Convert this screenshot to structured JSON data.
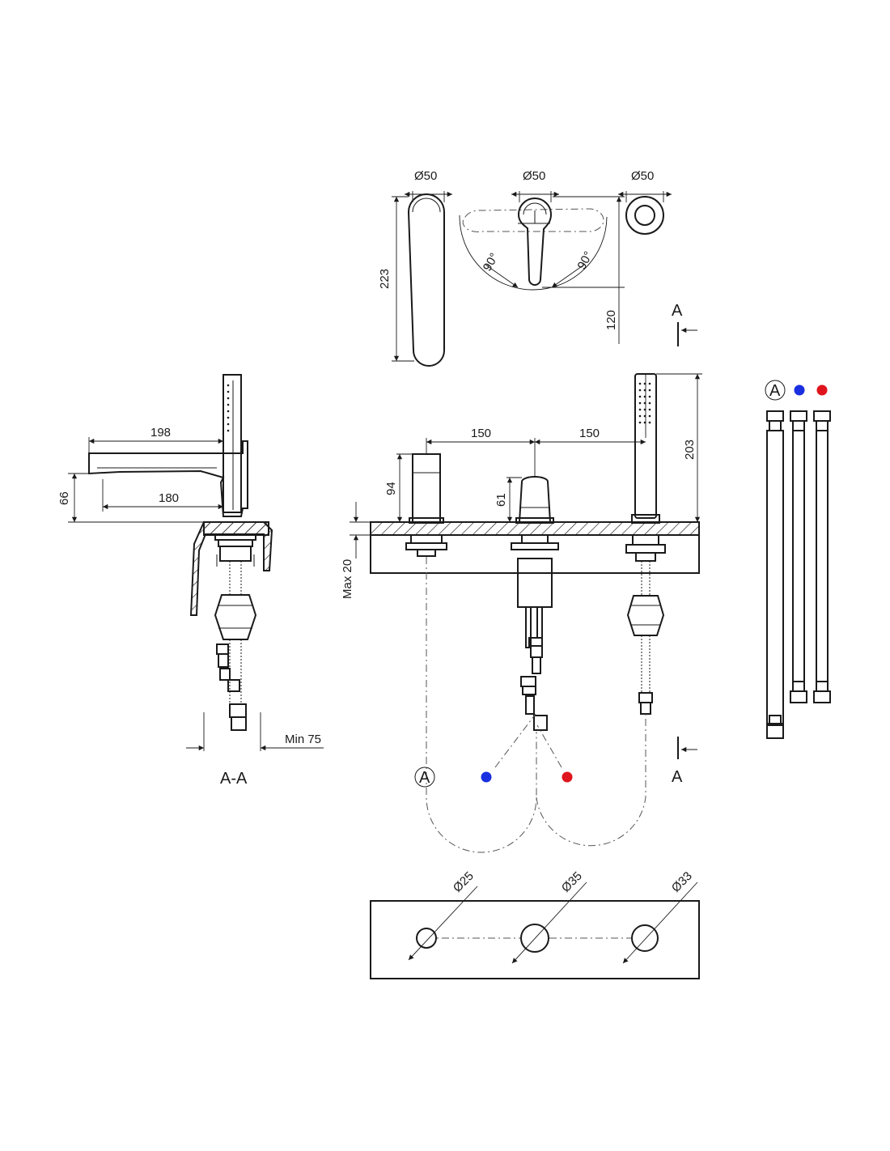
{
  "top_view": {
    "spout_diameter": "Ø50",
    "handle_diameter": "Ø50",
    "shower_holder_diameter": "Ø50",
    "spout_length": "223",
    "handle_height": "120",
    "rotation_left": "90°",
    "rotation_right": "90°",
    "section_marker_top": "A"
  },
  "section_view": {
    "spout_reach": "198",
    "outlet_reach": "180",
    "spout_height": "66",
    "min_clearance": "Min 75",
    "title": "A-A"
  },
  "front_view": {
    "spacing_left": "150",
    "spacing_right": "150",
    "spout_height": "94",
    "mixer_height": "61",
    "shower_height": "203",
    "max_deck": "Max 20",
    "label_a_circle": "A",
    "section_marker_bottom": "A"
  },
  "legend": {
    "label_a": "A",
    "cold_color": "#1a2fe0",
    "hot_color": "#e0141c"
  },
  "cutout_plan": {
    "hole_left": "Ø25",
    "hole_middle": "Ø35",
    "hole_right": "Ø33"
  }
}
